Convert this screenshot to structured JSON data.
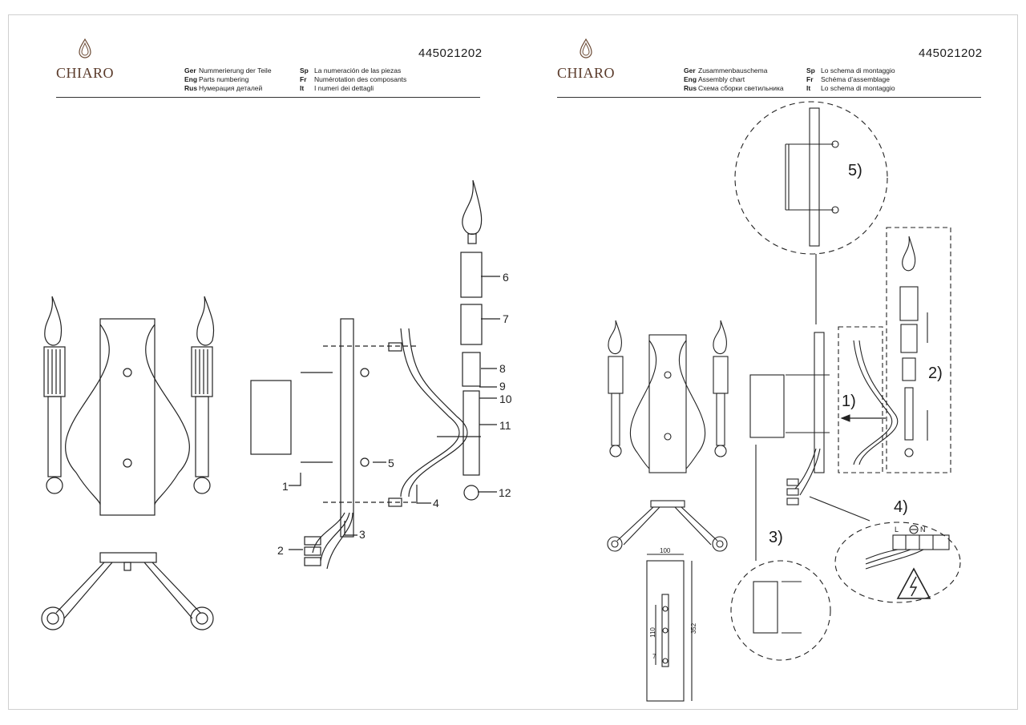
{
  "brand": "CHIARO",
  "left_page": {
    "code": "445021202",
    "col1": [
      {
        "lang": "Ger",
        "text": "Nummerierung der Teile"
      },
      {
        "lang": "Eng",
        "text": "Parts numbering"
      },
      {
        "lang": "Rus",
        "text": "Нумерация деталей"
      }
    ],
    "col2": [
      {
        "lang": "Sp",
        "text": "La numeración de las piezas"
      },
      {
        "lang": "Fr",
        "text": "Numérotation des composants"
      },
      {
        "lang": "It",
        "text": "I numeri dei dettagli"
      }
    ],
    "callouts": [
      "1",
      "2",
      "3",
      "4",
      "5",
      "6",
      "7",
      "8",
      "9",
      "10",
      "11",
      "12"
    ]
  },
  "right_page": {
    "code": "445021202",
    "col1": [
      {
        "lang": "Ger",
        "text": "Zusammenbauschema"
      },
      {
        "lang": "Eng",
        "text": "Assembly chart"
      },
      {
        "lang": "Rus",
        "text": "Схема сборки светильника"
      }
    ],
    "col2": [
      {
        "lang": "Sp",
        "text": "Lo schema di montaggio"
      },
      {
        "lang": "Fr",
        "text": "Schéma d’assemblage"
      },
      {
        "lang": "It",
        "text": "Lo schema di montaggio"
      }
    ],
    "steps": [
      "1)",
      "2)",
      "3)",
      "4)",
      "5)"
    ],
    "terminals": [
      "L",
      "N"
    ],
    "dims": {
      "width": "100",
      "height": "352",
      "spacing": "110",
      "small": "7"
    }
  }
}
